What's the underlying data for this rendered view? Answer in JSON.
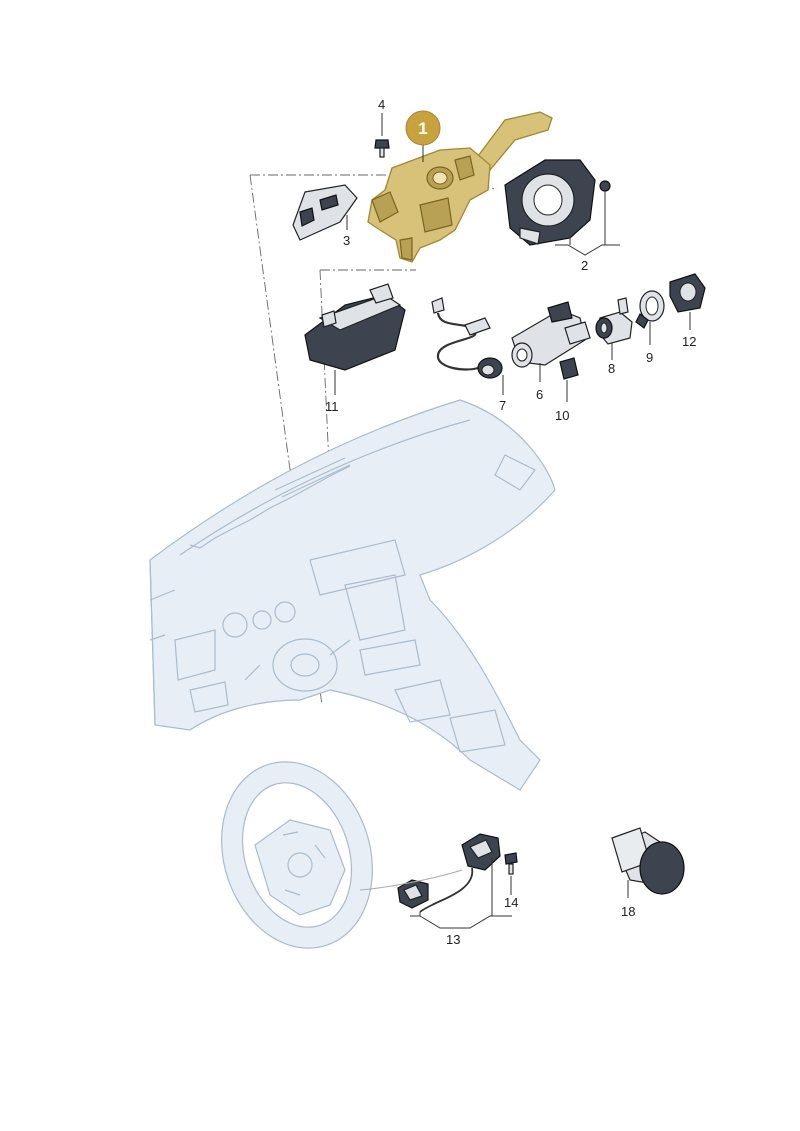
{
  "callout": {
    "number": "1",
    "color": "#c9a240"
  },
  "part_labels": {
    "p2": "2",
    "p3": "3",
    "p4": "4",
    "p6": "6",
    "p7": "7",
    "p8": "8",
    "p9": "9",
    "p10": "10",
    "p11": "11",
    "p12": "12",
    "p13": "13",
    "p14": "14",
    "p18": "18"
  },
  "colors": {
    "highlight": "#d8c27a",
    "ghost_fill": "#e7eef5",
    "ghost_stroke": "#a9bccd",
    "line": "#222222"
  }
}
